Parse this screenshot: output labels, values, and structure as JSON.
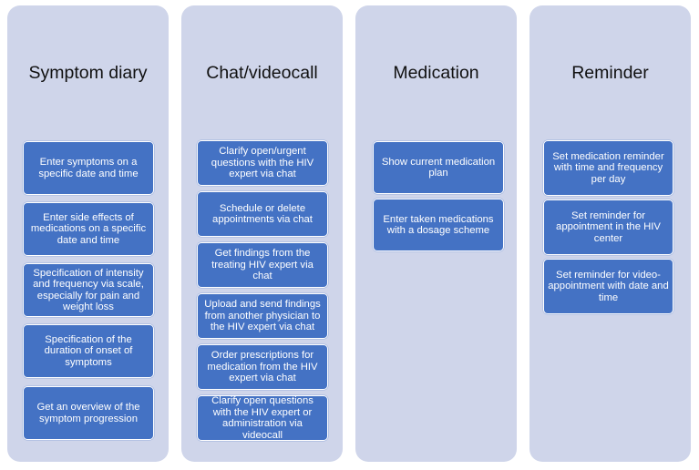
{
  "columns": [
    {
      "title": "Symptom diary",
      "items": [
        "Enter symptoms on a specific date and time",
        "Enter side effects of medications on a specific date and time",
        "Specification of intensity and frequency via scale, especially for pain and weight loss",
        "Specification of the duration of onset of symptoms",
        "Get an overview of the symptom progression"
      ]
    },
    {
      "title": "Chat/videocall",
      "items": [
        "Clarify open/urgent questions with the HIV expert via chat",
        "Schedule or delete appointments via chat",
        "Get findings from the treating HIV expert via chat",
        "Upload and send findings from another physician to the HIV expert via chat",
        "Order prescriptions for medication from the HIV expert via chat",
        "Clarify open questions with the HIV expert or administration via videocall"
      ]
    },
    {
      "title": "Medication",
      "items": [
        "Show current medication plan",
        "Enter taken medications with a dosage scheme"
      ]
    },
    {
      "title": "Reminder",
      "items": [
        "Set medication reminder with time and frequency per day",
        "Set reminder for appointment in the HIV center",
        "Set reminder for video-appointment with date and time"
      ]
    }
  ]
}
